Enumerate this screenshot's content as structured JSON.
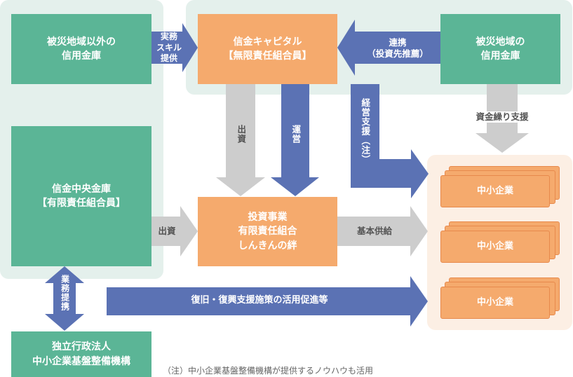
{
  "nodes": {
    "outside_banks": "被災地域以外の\n信用金庫",
    "capital": "信金キャピタル\n【無限責任組合員】",
    "affected_banks": "被災地域の\n信用金庫",
    "central_bank": "信金中央金庫\n【有限責任組合員】",
    "fund": "投資事業\n有限責任組合\nしんきんの絆",
    "smrj": "独立行政法人\n中小企業基盤整備機構",
    "sme_1": "中小企業",
    "sme_2": "中小企業",
    "sme_3": "中小企業"
  },
  "arrows": {
    "skills": "実務\nスキル\n提供",
    "cooperation": "連携\n（投資先推薦）",
    "investment_capital": "出資",
    "operation": "運営",
    "management_support": "経営支援（注）",
    "funding_support": "資金繰り支援",
    "investment_central": "出資",
    "basic_supply": "基本供給",
    "business_tieup": "業務提携",
    "recovery": "復旧・復興支援施策の活用促進等"
  },
  "note": "（注）中小企業基盤整備機構が提供するノウハウも活用",
  "colors": {
    "green": "#5bb596",
    "orange": "#f5aa6d",
    "blue_arrow": "#5b72b4",
    "gray_arrow": "#cdcdcd",
    "mint_bg": "#e4f0ec",
    "peach_bg": "#fcefe4"
  }
}
